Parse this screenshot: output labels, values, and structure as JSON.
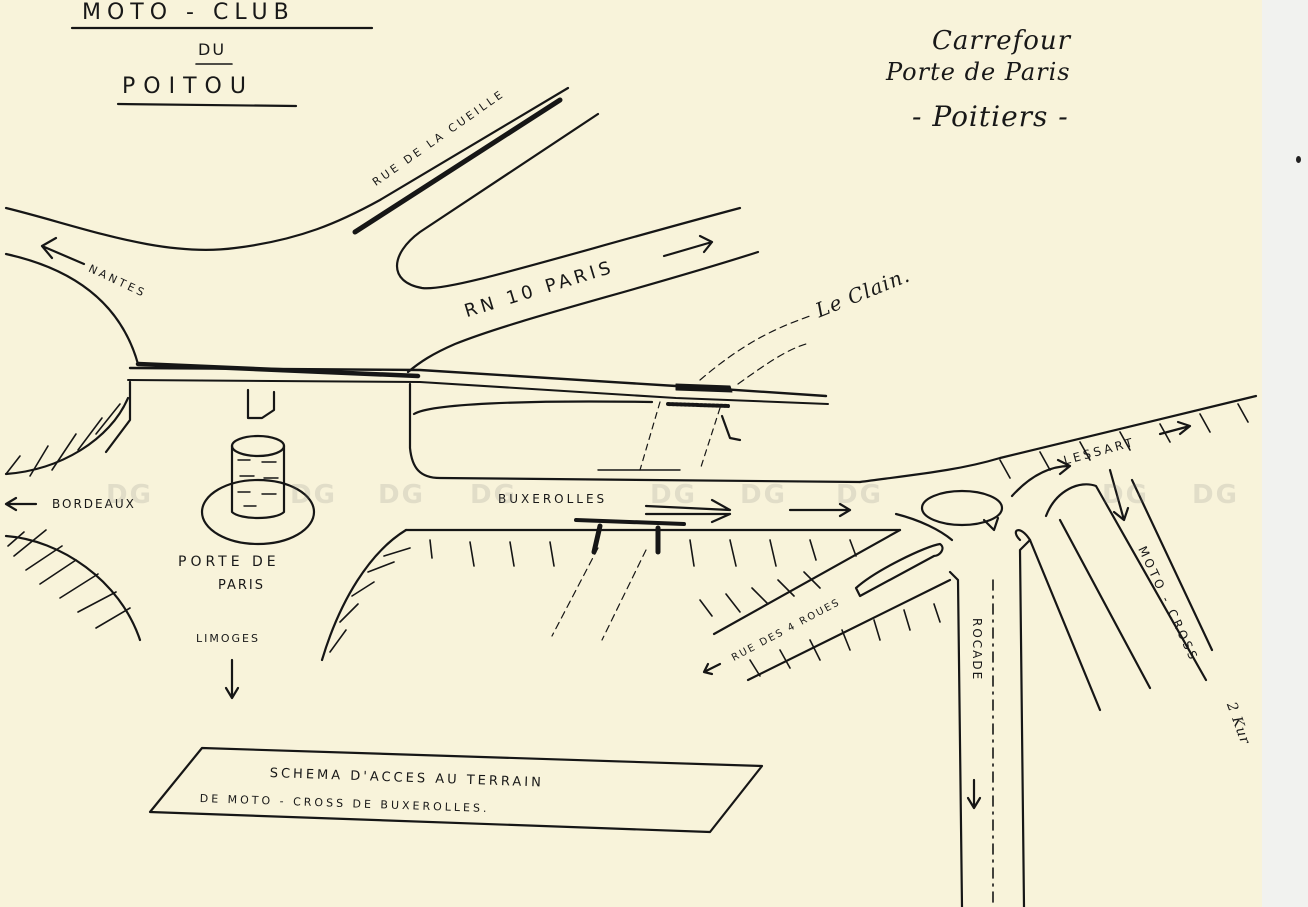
{
  "header": {
    "club_line1": "MOTO - CLUB",
    "club_line2": "DU",
    "club_line3": "POITOU",
    "place_line1": "Carrefour",
    "place_line2": "Porte de Paris",
    "place_line3": "- Poitiers -"
  },
  "labels": {
    "rue_cueille": "RUE DE LA CUEILLE",
    "nantes": "NANTES",
    "rn10_paris": "RN 10   PARIS",
    "le_clain": "Le Clain.",
    "bordeaux": "BORDEAUX",
    "buxerolles": "BUXEROLLES",
    "porte_de_paris_1": "PORTE DE",
    "porte_de_paris_2": "PARIS",
    "limoges": "LIMOGES",
    "lessart": "LESSART",
    "rue_4_roues": "RUE DES 4 ROUES",
    "rocade": "ROCADE",
    "moto_cross": "MOTO - CROSS",
    "signature": "2 Kur"
  },
  "legend_box": {
    "line1": "SCHEMA   D'ACCES   AU TERRAIN",
    "line2": "DE  MOTO - CROSS   DE  BUXEROLLES."
  },
  "watermark": {
    "text": "DG"
  },
  "colors": {
    "paper": "#f8f3da",
    "ink": "#161616"
  }
}
